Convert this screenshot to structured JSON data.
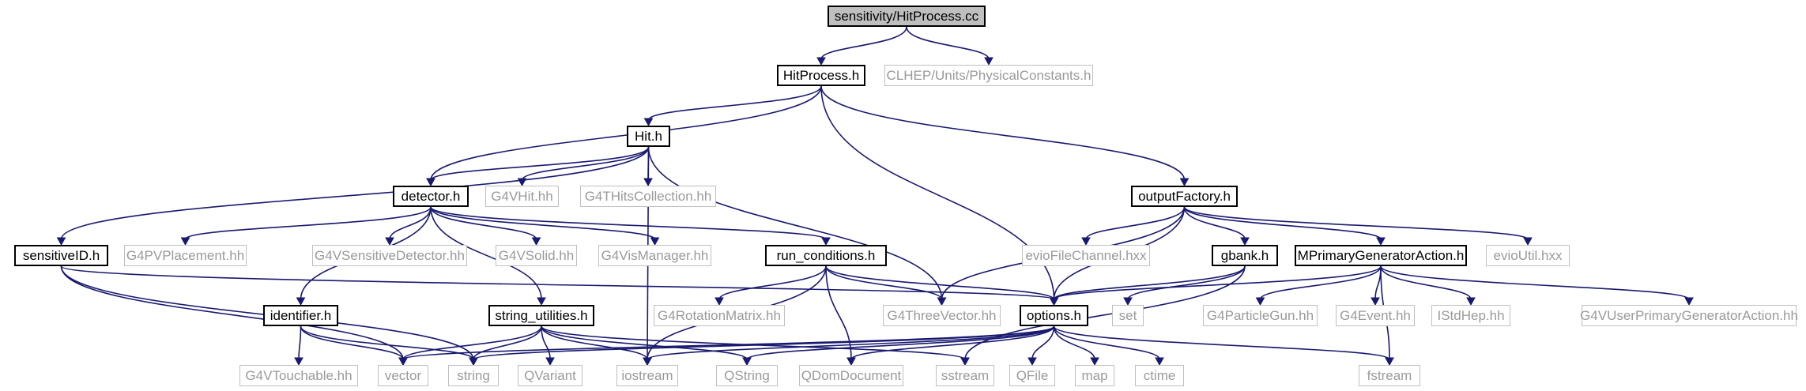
{
  "root": "sensitivity/HitProcess.cc",
  "nodes": {
    "hitprocess_cc": "sensitivity/HitProcess.cc",
    "hitprocess_h": "HitProcess.h",
    "clhep_units": "CLHEP/Units/PhysicalConstants.h",
    "hit_h": "Hit.h",
    "outputfactory_h": "outputFactory.h",
    "detector_h": "detector.h",
    "g4vhit_hh": "G4VHit.hh",
    "g4thitscollection_hh": "G4THitsCollection.hh",
    "sensitiveid_h": "sensitiveID.h",
    "g4pvplacement_hh": "G4PVPlacement.hh",
    "g4vsensitivedetector_hh": "G4VSensitiveDetector.hh",
    "g4vsolid_hh": "G4VSolid.hh",
    "g4vismanager_hh": "G4VisManager.hh",
    "run_conditions_h": "run_conditions.h",
    "eviofilechannel_hxx": "evioFileChannel.hxx",
    "gbank_h": "gbank.h",
    "mprimarygeneratoraction_h": "MPrimaryGeneratorAction.h",
    "evioutil_hxx": "evioUtil.hxx",
    "identifier_h": "identifier.h",
    "string_utilities_h": "string_utilities.h",
    "g4rotationmatrix_hh": "G4RotationMatrix.hh",
    "g4threevector_hh": "G4ThreeVector.hh",
    "options_h": "options.h",
    "set": "set",
    "g4particlegun_hh": "G4ParticleGun.hh",
    "g4event_hh": "G4Event.hh",
    "istdhep_hh": "IStdHep.hh",
    "g4vuserprimarygeneratoraction_hh": "G4VUserPrimaryGeneratorAction.hh",
    "g4vtouchable_hh": "G4VTouchable.hh",
    "vector": "vector",
    "string": "string",
    "qvariant": "QVariant",
    "iostream": "iostream",
    "qstring": "QString",
    "qdomdocument": "QDomDocument",
    "sstream": "sstream",
    "qfile": "QFile",
    "map": "map",
    "ctime": "ctime",
    "fstream": "fstream"
  },
  "edges": [
    [
      "hitprocess_cc",
      "hitprocess_h"
    ],
    [
      "hitprocess_cc",
      "clhep_units"
    ],
    [
      "hitprocess_h",
      "hit_h"
    ],
    [
      "hitprocess_h",
      "detector_h"
    ],
    [
      "hitprocess_h",
      "outputfactory_h"
    ],
    [
      "hitprocess_h",
      "options_h"
    ],
    [
      "hit_h",
      "detector_h"
    ],
    [
      "hit_h",
      "g4vhit_hh"
    ],
    [
      "hit_h",
      "g4thitscollection_hh"
    ],
    [
      "hit_h",
      "sensitiveid_h"
    ],
    [
      "hit_h",
      "g4threevector_hh"
    ],
    [
      "hit_h",
      "iostream"
    ],
    [
      "detector_h",
      "identifier_h"
    ],
    [
      "detector_h",
      "g4pvplacement_hh"
    ],
    [
      "detector_h",
      "g4vsensitivedetector_hh"
    ],
    [
      "detector_h",
      "g4vsolid_hh"
    ],
    [
      "detector_h",
      "g4vismanager_hh"
    ],
    [
      "detector_h",
      "run_conditions_h"
    ],
    [
      "detector_h",
      "string_utilities_h"
    ],
    [
      "sensitiveid_h",
      "options_h"
    ],
    [
      "sensitiveid_h",
      "vector"
    ],
    [
      "sensitiveid_h",
      "string"
    ],
    [
      "run_conditions_h",
      "g4rotationmatrix_hh"
    ],
    [
      "run_conditions_h",
      "g4threevector_hh"
    ],
    [
      "run_conditions_h",
      "options_h"
    ],
    [
      "run_conditions_h",
      "iostream"
    ],
    [
      "run_conditions_h",
      "qdomdocument"
    ],
    [
      "outputfactory_h",
      "eviofilechannel_hxx"
    ],
    [
      "outputfactory_h",
      "gbank_h"
    ],
    [
      "outputfactory_h",
      "mprimarygeneratoraction_h"
    ],
    [
      "outputfactory_h",
      "evioutil_hxx"
    ],
    [
      "outputfactory_h",
      "options_h"
    ],
    [
      "outputfactory_h",
      "g4threevector_hh"
    ],
    [
      "gbank_h",
      "options_h"
    ],
    [
      "gbank_h",
      "set"
    ],
    [
      "gbank_h",
      "sstream"
    ],
    [
      "mprimarygeneratoraction_h",
      "options_h"
    ],
    [
      "mprimarygeneratoraction_h",
      "g4particlegun_hh"
    ],
    [
      "mprimarygeneratoraction_h",
      "g4event_hh"
    ],
    [
      "mprimarygeneratoraction_h",
      "istdhep_hh"
    ],
    [
      "mprimarygeneratoraction_h",
      "g4vuserprimarygeneratoraction_hh"
    ],
    [
      "mprimarygeneratoraction_h",
      "fstream"
    ],
    [
      "identifier_h",
      "g4vtouchable_hh"
    ],
    [
      "identifier_h",
      "vector"
    ],
    [
      "identifier_h",
      "string"
    ],
    [
      "string_utilities_h",
      "vector"
    ],
    [
      "string_utilities_h",
      "string"
    ],
    [
      "string_utilities_h",
      "qvariant"
    ],
    [
      "string_utilities_h",
      "iostream"
    ],
    [
      "string_utilities_h",
      "qstring"
    ],
    [
      "string_utilities_h",
      "sstream"
    ],
    [
      "options_h",
      "vector"
    ],
    [
      "options_h",
      "string"
    ],
    [
      "options_h",
      "iostream"
    ],
    [
      "options_h",
      "qstring"
    ],
    [
      "options_h",
      "qdomdocument"
    ],
    [
      "options_h",
      "qfile"
    ],
    [
      "options_h",
      "map"
    ],
    [
      "options_h",
      "ctime"
    ],
    [
      "options_h",
      "fstream"
    ]
  ],
  "colors": {
    "edge": "#191970",
    "local_border": "#000000",
    "system_border": "#bfbfbf",
    "system_text": "#9a9a9a",
    "root_fill": "#bfbfbf"
  }
}
